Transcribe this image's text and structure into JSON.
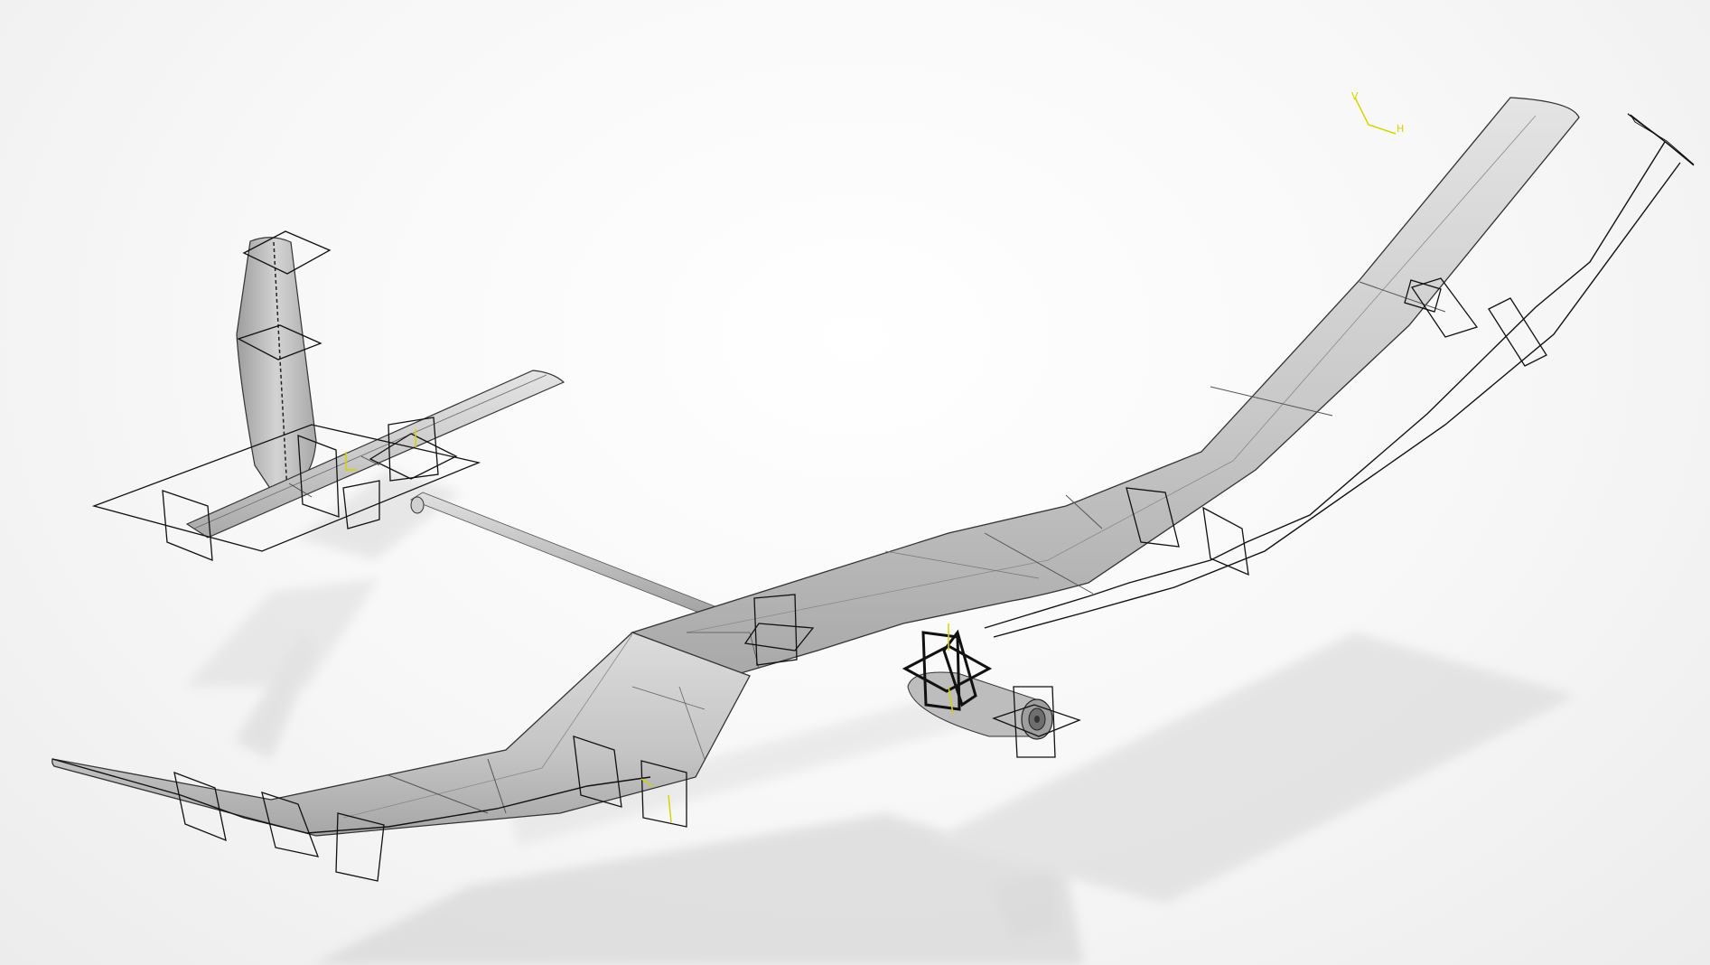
{
  "viewport": {
    "background": "#ffffff",
    "model_color": "#c9c9c9",
    "wireframe_color": "#111111",
    "axis_color": "#d4d400"
  },
  "compass": {
    "y_label": "V",
    "x_label": "H"
  },
  "model": {
    "parts": [
      "right-wing",
      "left-wing",
      "tail-boom",
      "horizontal-stabilizer",
      "vertical-stabilizer",
      "motor-pod"
    ]
  }
}
